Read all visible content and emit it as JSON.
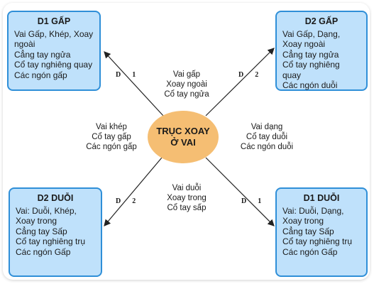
{
  "center": {
    "line1": "TRỤC XOAY",
    "line2": "Ở VAI"
  },
  "boxes": {
    "top_left": {
      "title": "D1 GẤP",
      "lines": [
        "Vai Gấp, Khép, Xoay ngoài",
        "Cẳng tay ngửa",
        "Cổ tay nghiêng quay",
        "Các ngón gấp"
      ]
    },
    "top_right": {
      "title": "D2 GẤP",
      "lines": [
        "Vai Gấp, Dạng, Xoay ngoài",
        "Cẳng tay ngửa",
        "Cổ tay nghiêng quay",
        "Các ngón duỗi"
      ]
    },
    "bottom_left": {
      "title": "D2 DUỖI",
      "lines": [
        "Vai: Duỗi, Khép, Xoay trong",
        "Cẳng tay Sấp",
        "Cổ tay nghiêng trụ",
        "Các ngón Gấp"
      ]
    },
    "bottom_right": {
      "title": "D1 DUỖI",
      "lines": [
        "Vai: Duỗi, Dạng, Xoay trong",
        "Cẳng tay Sấp",
        "Cổ tay nghiêng trụ",
        "Các ngón Gấp"
      ]
    }
  },
  "labels": {
    "top": [
      "Vai gấp",
      "Xoay ngoài",
      "Cổ tay ngửa"
    ],
    "left": [
      "Vai khép",
      "Cổ tay gấp",
      "Các ngón gấp"
    ],
    "right": [
      "Vai dạng",
      "Cổ tay duỗi",
      "Các ngón duỗi"
    ],
    "bottom": [
      "Vai duỗi",
      "Xoay trong",
      "Cổ tay sấp"
    ]
  },
  "diagonals": {
    "top_left": {
      "d": "D",
      "n": "1"
    },
    "top_right": {
      "d": "D",
      "n": "2"
    },
    "bottom_left": {
      "d": "D",
      "n": "2"
    },
    "bottom_right": {
      "d": "D",
      "n": "1"
    }
  },
  "colors": {
    "box_fill": "#bfe1fb",
    "box_border": "#2f8fd8",
    "center_fill": "#f5be73"
  }
}
